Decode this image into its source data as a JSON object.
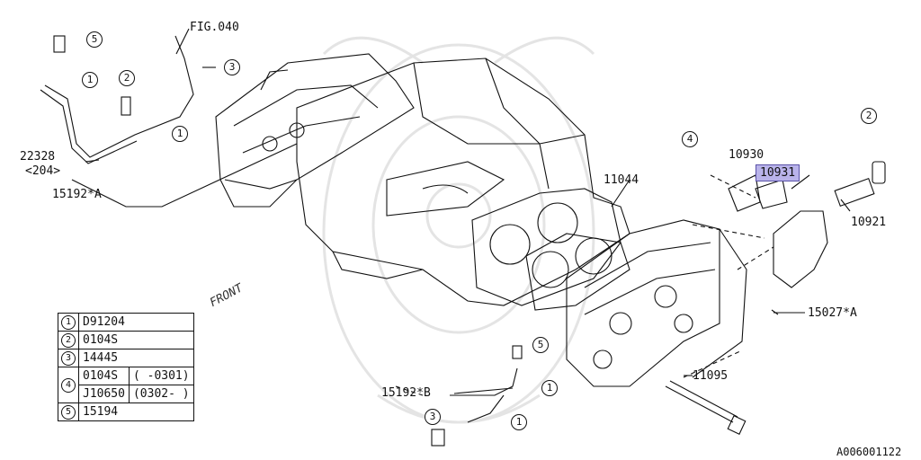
{
  "refs": {
    "fig": "FIG.040",
    "p22328": "22328",
    "p22328_note": "<204>",
    "p15192A": "15192*A",
    "p15192B": "15192*B",
    "p11044": "11044",
    "p10930": "10930",
    "p10931": "10931",
    "p10921": "10921",
    "p15027A": "15027*A",
    "p11095": "11095",
    "front": "FRONT",
    "image_code": "A006001122"
  },
  "callouts": {
    "c1": "1",
    "c2": "2",
    "c3": "3",
    "c4": "4",
    "c5": "5"
  },
  "legend": {
    "rows": [
      {
        "key": "1",
        "part": "D91204",
        "range": ""
      },
      {
        "key": "2",
        "part": "0104S",
        "range": ""
      },
      {
        "key": "3",
        "part": "14445",
        "range": ""
      },
      {
        "key": "4",
        "part": "0104S",
        "range": "( -0301)"
      },
      {
        "key": "4",
        "part": "J10650",
        "range": "(0302- )"
      },
      {
        "key": "5",
        "part": "15194",
        "range": ""
      }
    ]
  },
  "colors": {
    "line": "#111111",
    "watermark": "#e6e6e6",
    "highlight": "#b9b3ea",
    "highlight_border": "#5a52a8"
  }
}
